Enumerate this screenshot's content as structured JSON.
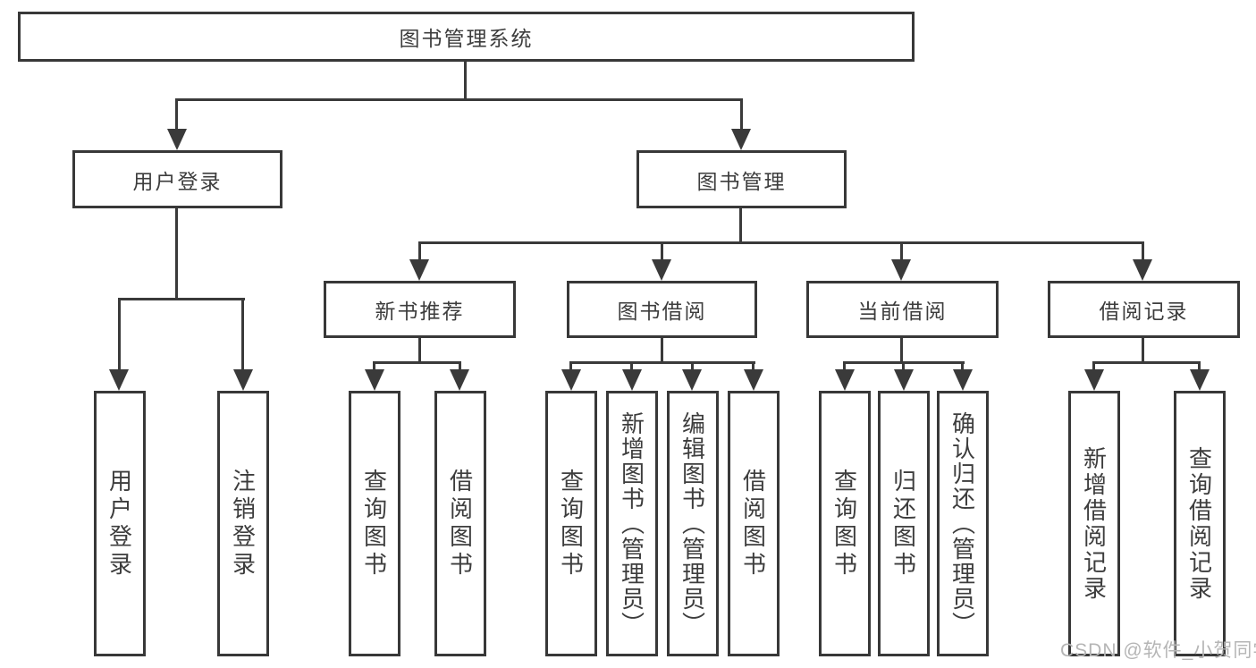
{
  "diagram": {
    "root": {
      "label": "图书管理系统"
    },
    "branches": [
      {
        "label": "用户登录",
        "children": [
          {
            "label": "用户登录"
          },
          {
            "label": "注销登录"
          }
        ]
      },
      {
        "label": "图书管理",
        "children": [
          {
            "label": "新书推荐",
            "children": [
              {
                "label": "查询图书"
              },
              {
                "label": "借阅图书"
              }
            ]
          },
          {
            "label": "图书借阅",
            "children": [
              {
                "label": "查询图书"
              },
              {
                "label": "新增图书（管理员）"
              },
              {
                "label": "编辑图书（管理员）"
              },
              {
                "label": "借阅图书"
              }
            ]
          },
          {
            "label": "当前借阅",
            "children": [
              {
                "label": "查询图书"
              },
              {
                "label": "归还图书"
              },
              {
                "label": "确认归还（管理员）"
              }
            ]
          },
          {
            "label": "借阅记录",
            "children": [
              {
                "label": "新增借阅记录"
              },
              {
                "label": "查询借阅记录"
              }
            ]
          }
        ]
      }
    ]
  },
  "watermark": {
    "text": "CSDN @软件_小贺同学",
    "color": "#b5b5b5"
  },
  "colors": {
    "line": "#3a3a3a",
    "border": "#383838",
    "text": "#3d3d3d",
    "background": "#ffffff"
  }
}
